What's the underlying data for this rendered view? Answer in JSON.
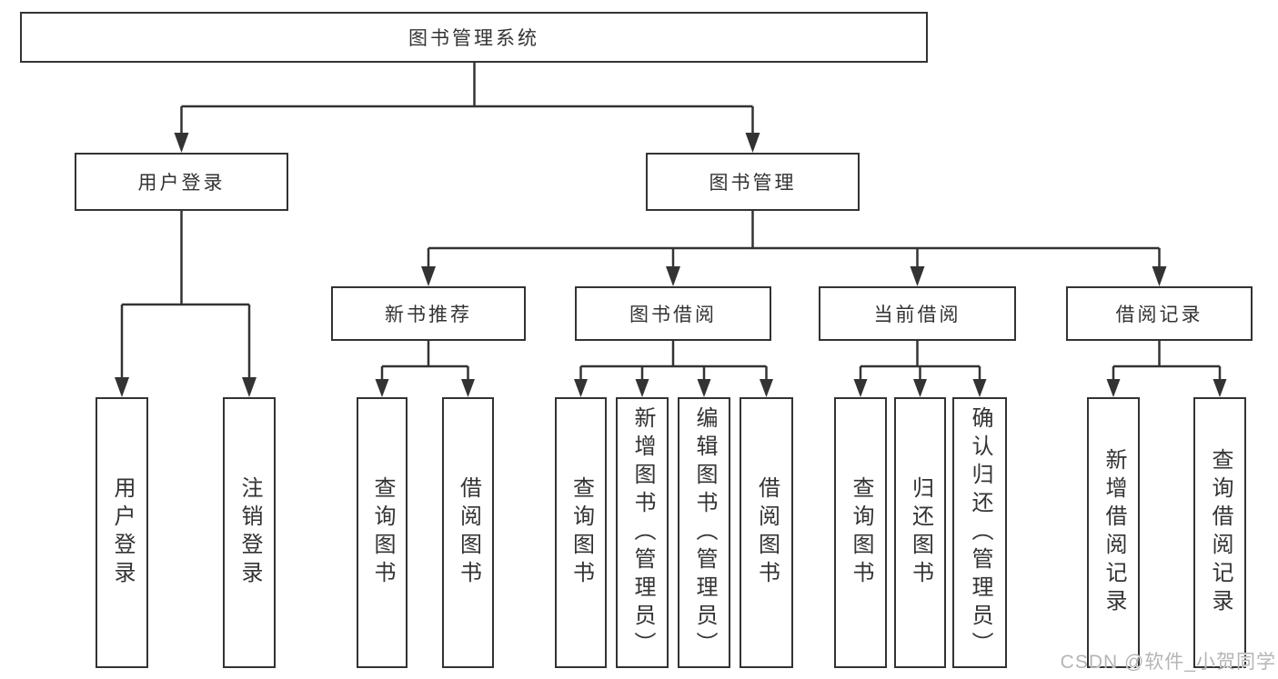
{
  "diagram": {
    "type": "hierarchy-tree",
    "tree": {
      "label": "图书管理系统",
      "children": [
        {
          "label": "用户登录",
          "children": [
            {
              "label": "用户登录"
            },
            {
              "label": "注销登录"
            }
          ]
        },
        {
          "label": "图书管理",
          "children": [
            {
              "label": "新书推荐",
              "children": [
                {
                  "label": "查询图书"
                },
                {
                  "label": "借阅图书"
                }
              ]
            },
            {
              "label": "图书借阅",
              "children": [
                {
                  "label": "查询图书"
                },
                {
                  "label": "新增图书（管理员）"
                },
                {
                  "label": "编辑图书（管理员）"
                },
                {
                  "label": "借阅图书"
                }
              ]
            },
            {
              "label": "当前借阅",
              "children": [
                {
                  "label": "查询图书"
                },
                {
                  "label": "归还图书"
                },
                {
                  "label": "确认归还（管理员）"
                }
              ]
            },
            {
              "label": "借阅记录",
              "children": [
                {
                  "label": "新增借阅记录"
                },
                {
                  "label": "查询借阅记录"
                }
              ]
            }
          ]
        }
      ]
    },
    "colors": {
      "line": "#333333",
      "box_border": "#333333",
      "box_fill": "#ffffff",
      "text": "#333333",
      "watermark": "#b5b5b5"
    }
  },
  "watermark": "CSDN @软件_小贺同学"
}
